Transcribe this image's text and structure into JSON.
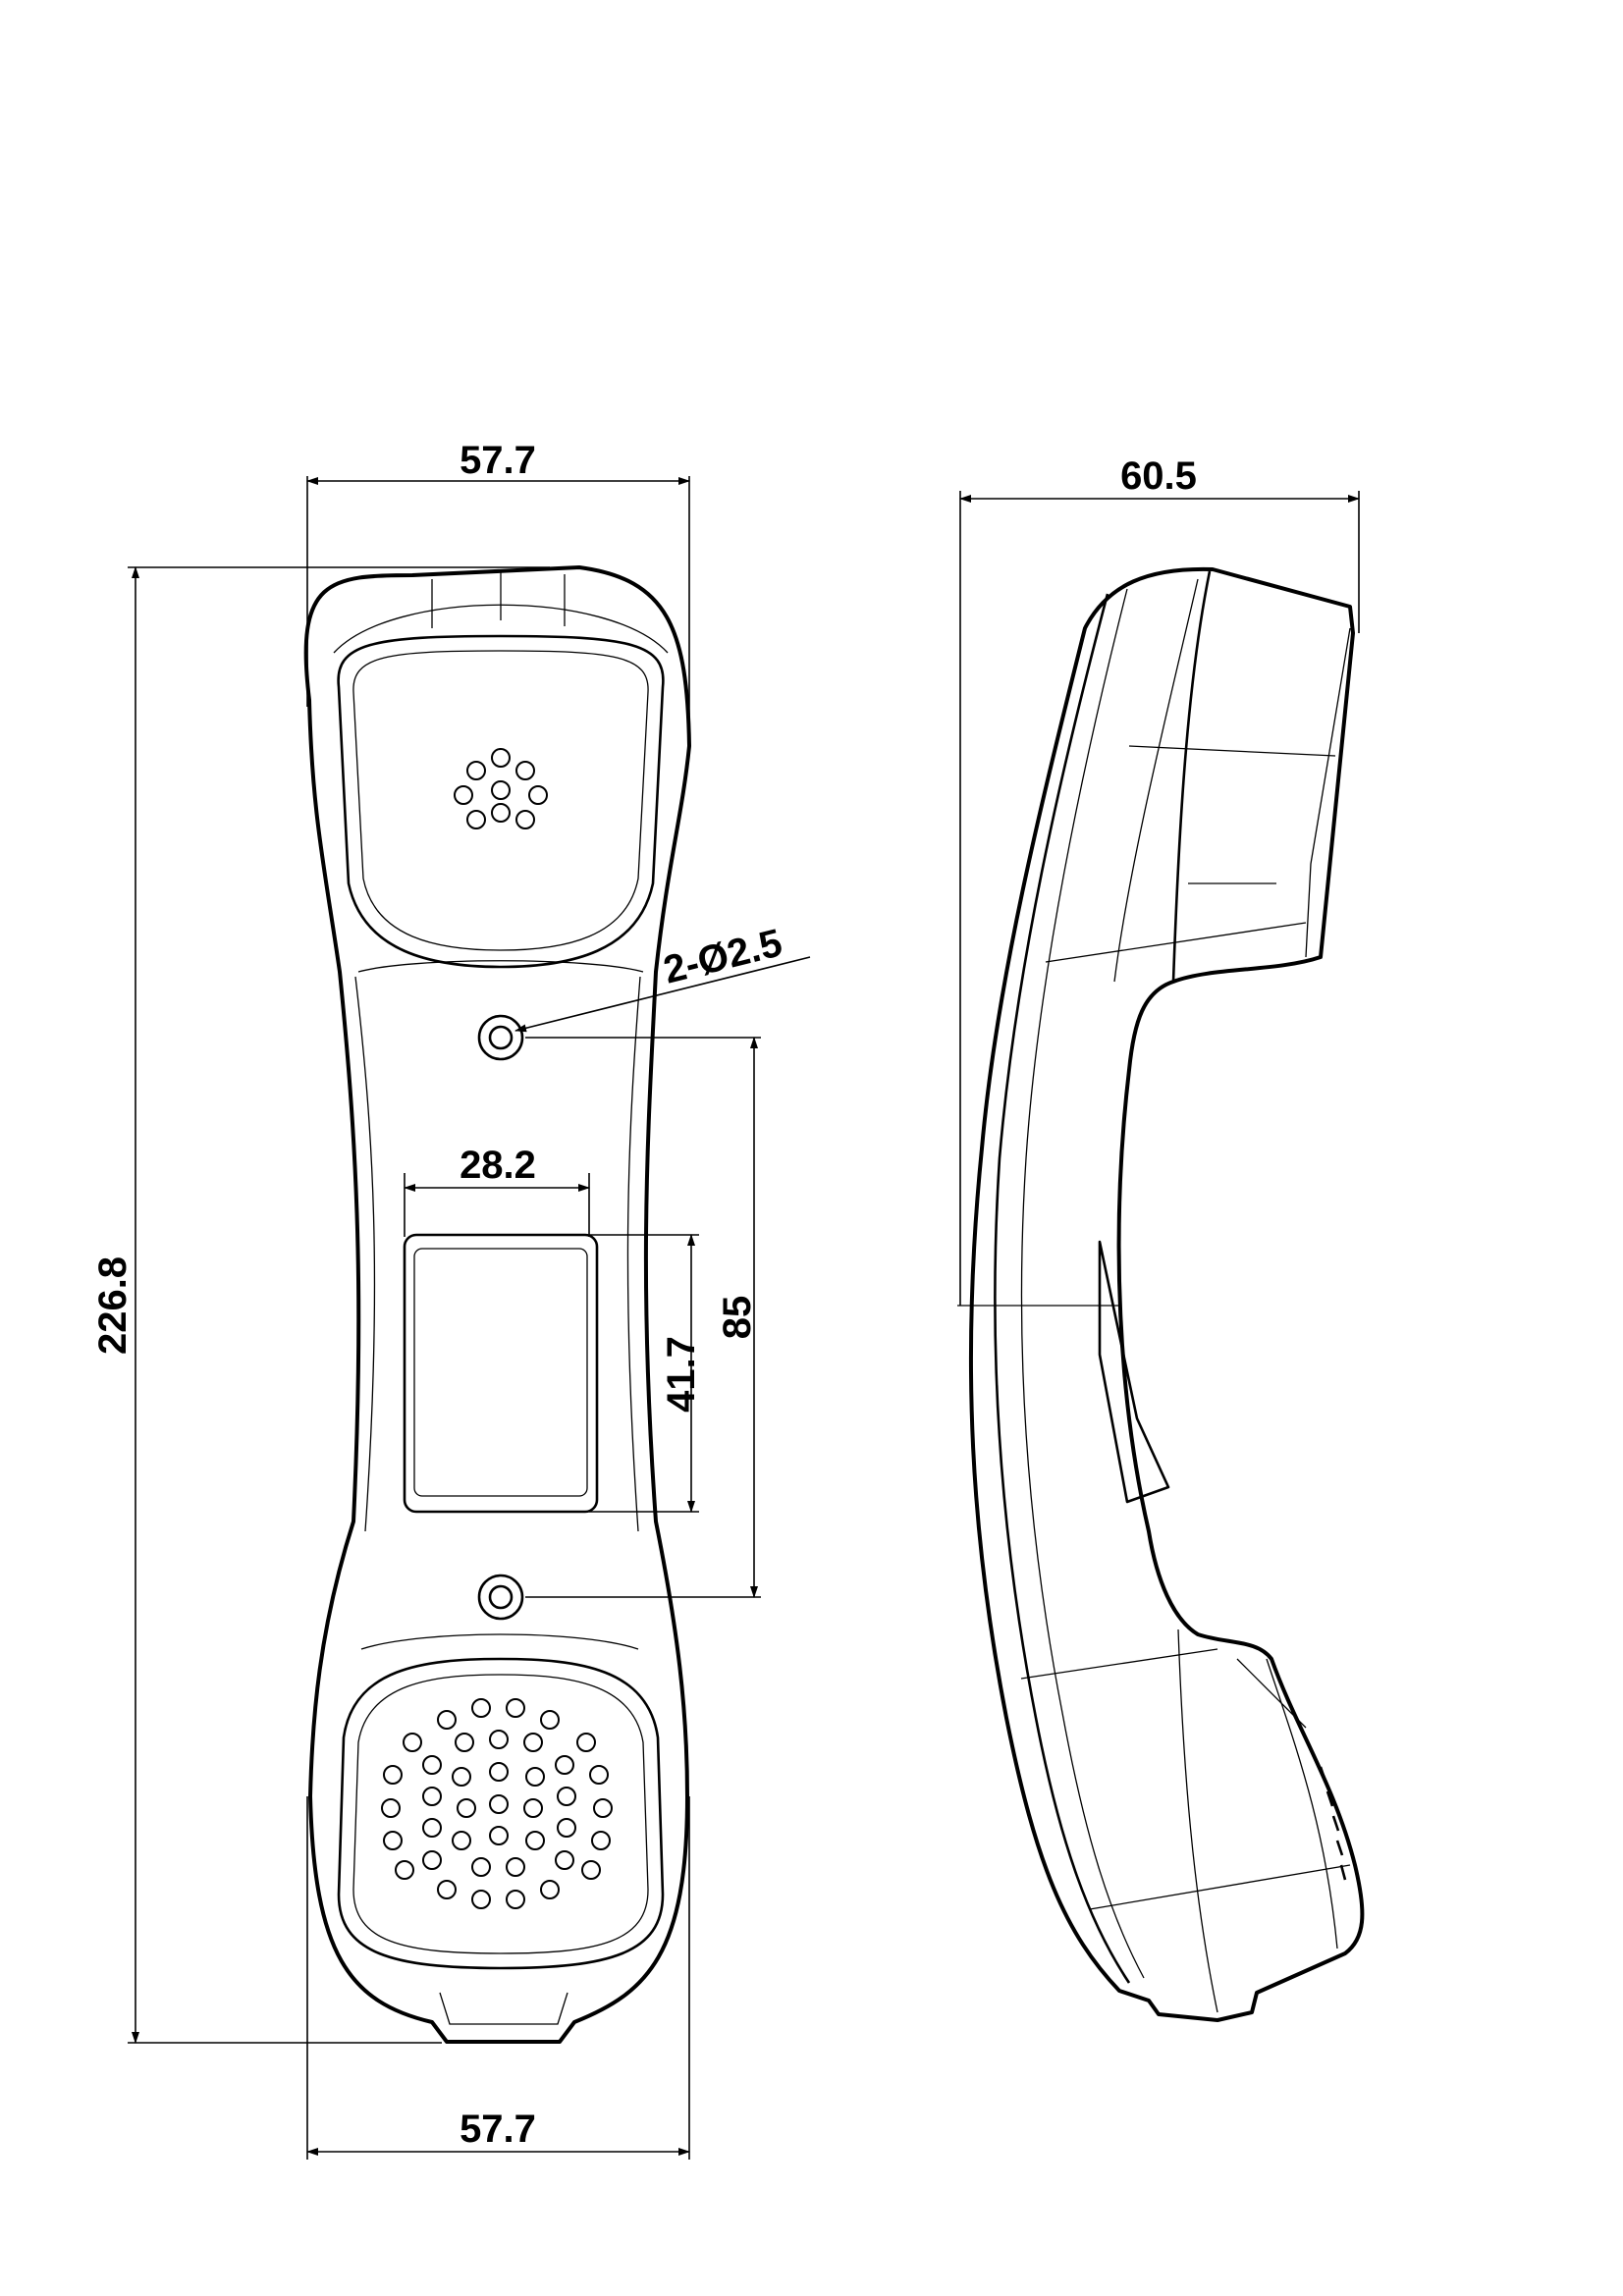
{
  "drawing": {
    "subject": "handset",
    "dimensions": {
      "top_width": "57.7",
      "bottom_width": "57.7",
      "overall_length": "226.8",
      "side_depth": "60.5",
      "mount_holes": "2-Ø2.5",
      "window_width": "28.2",
      "window_height": "41.7",
      "hole_spacing": "85"
    }
  }
}
